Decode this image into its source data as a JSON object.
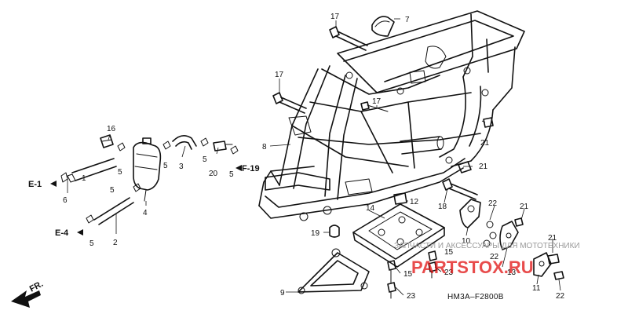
{
  "diagram_code": "HM3A–F2800B",
  "watermark": {
    "tagline": "ЗАПЧАСТИ И АКСЕССУАРЫ ДЛЯ МОТОТЕХНИКИ",
    "brand": "PARTSTOX.RU"
  },
  "direction_label": "FR.",
  "refs": [
    "E-1",
    "E-4",
    "F-19"
  ],
  "callouts": [
    "1",
    "2",
    "3",
    "4",
    "5",
    "5",
    "5",
    "5",
    "5",
    "5",
    "6",
    "7",
    "8",
    "9",
    "10",
    "11",
    "12",
    "13",
    "14",
    "15",
    "15",
    "16",
    "17",
    "17",
    "17",
    "18",
    "19",
    "20",
    "21",
    "21",
    "21",
    "21",
    "22",
    "22",
    "22",
    "23",
    "23"
  ]
}
